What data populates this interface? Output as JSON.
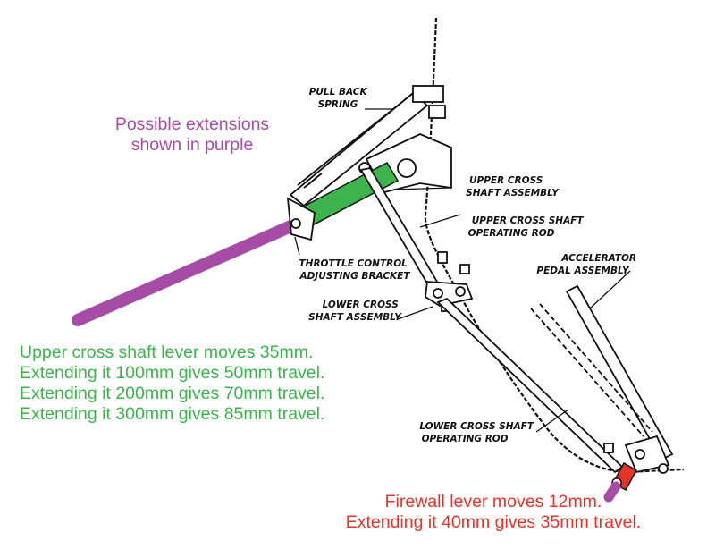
{
  "colors": {
    "purple": "#a64ca6",
    "green": "#3cb44b",
    "red": "#e6332a",
    "ink": "#111111"
  },
  "labels": {
    "pull_back_spring": [
      "PULL BACK",
      "SPRING"
    ],
    "upper_cross_shaft_assembly": [
      "UPPER CROSS",
      "SHAFT ASSEMBLY"
    ],
    "upper_cross_shaft_operating_rod": [
      "UPPER CROSS SHAFT",
      "OPERATING ROD"
    ],
    "throttle_control_adjusting_bracket": [
      "THROTTLE CONTROL",
      "ADJUSTING BRACKET"
    ],
    "accelerator_pedal_assembly": [
      "ACCELERATOR",
      "PEDAL ASSEMBLY"
    ],
    "lower_cross_shaft_assembly": [
      "LOWER CROSS",
      "SHAFT ASSEMBLY"
    ],
    "lower_cross_shaft_operating_rod": [
      "LOWER CROSS SHAFT",
      "OPERATING ROD"
    ]
  },
  "notes": {
    "purple": [
      "Possible extensions",
      "shown in purple"
    ],
    "green": [
      "Upper cross shaft lever moves 35mm.",
      "Extending it 100mm gives 50mm travel.",
      "Extending it 200mm gives 70mm travel.",
      "Extending it 300mm gives 85mm travel."
    ],
    "red": [
      "Firewall lever moves 12mm.",
      "Extending it 40mm gives 35mm travel."
    ]
  }
}
